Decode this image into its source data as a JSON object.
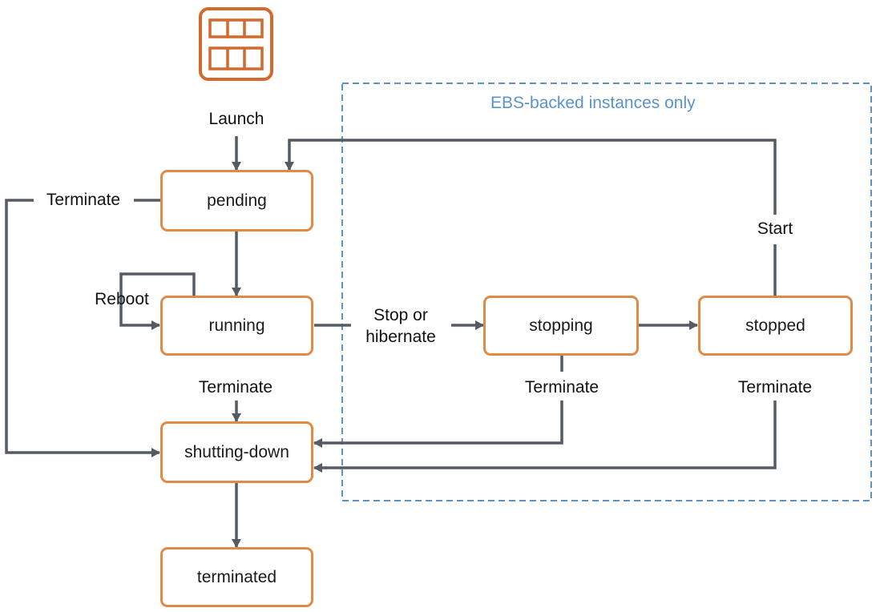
{
  "diagram": {
    "region": {
      "title": "EBS-backed instances only"
    },
    "icon": "ec2-instance-icon",
    "states": {
      "pending": "pending",
      "running": "running",
      "stopping": "stopping",
      "stopped": "stopped",
      "shutting_down": "shutting-down",
      "terminated": "terminated"
    },
    "transitions": {
      "launch": "Launch",
      "terminate_pending": "Terminate",
      "reboot": "Reboot",
      "stop_or_hibernate": "Stop or\nhibernate",
      "start": "Start",
      "terminate_running": "Terminate",
      "terminate_stopping": "Terminate",
      "terminate_stopped": "Terminate"
    },
    "colors": {
      "state_border": "#e08a45",
      "icon": "#d2692d",
      "arrow": "#555b63",
      "region_border": "#5b93c9",
      "region_text": "#5b93c9"
    }
  }
}
